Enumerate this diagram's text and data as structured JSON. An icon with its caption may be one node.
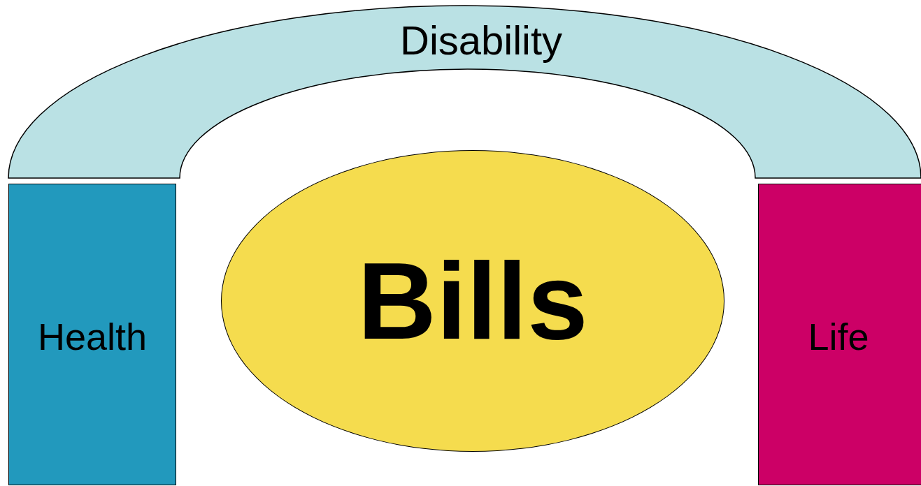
{
  "diagram": {
    "nodes": [
      {
        "text": [
          "Disability"
        ]
      },
      {
        "text": [
          "Health"
        ]
      },
      {
        "text": [
          "Bills"
        ]
      },
      {
        "text": [
          "Life"
        ]
      }
    ]
  }
}
